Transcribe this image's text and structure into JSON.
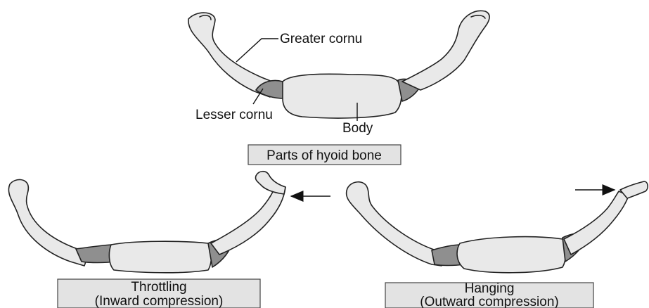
{
  "colors": {
    "bone_fill": "#e9e9e9",
    "cornu_fill": "#8f8f8f",
    "outline": "#222222",
    "caption_bg": "#e3e3e3"
  },
  "labels": {
    "greater_cornu": "Greater cornu",
    "lesser_cornu": "Lesser cornu",
    "body": "Body"
  },
  "captions": {
    "parts": "Parts of hyoid bone",
    "throttling": [
      "Throttling",
      "(Inward compression)"
    ],
    "hanging": [
      "Hanging",
      "(Outward compression)"
    ]
  },
  "arrows": [
    "arrow-throttling",
    "arrow-hanging"
  ]
}
